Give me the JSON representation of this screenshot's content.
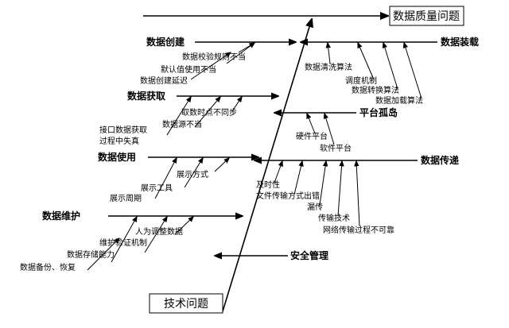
{
  "effect": "数据质量问题",
  "root": "技术问题",
  "categories": {
    "create": {
      "label": "数据创建",
      "causes": [
        "数据校验规则不当",
        "默认值使用不当",
        "数据创建延迟"
      ]
    },
    "load": {
      "label": "数据装载",
      "causes": [
        "数据清洗算法",
        "调度机制",
        "数据转换算法",
        "数据加载算法"
      ]
    },
    "acquire": {
      "label": "数据获取",
      "causes": [
        "取数时点不同步",
        "数据源不当",
        "接口数据获取",
        "过程中失真"
      ]
    },
    "platform": {
      "label": "平台孤岛",
      "causes": [
        "硬件平台",
        "软件平台"
      ]
    },
    "use": {
      "label": "数据使用",
      "causes": [
        "展示方式",
        "展示工具",
        "展示周期"
      ]
    },
    "transfer": {
      "label": "数据传递",
      "causes": [
        "及时性",
        "文件传输方式出错",
        "漏传",
        "传输技术",
        "网络传输过程不可靠"
      ]
    },
    "maintain": {
      "label": "数据维护",
      "causes": [
        "人为调整数据",
        "维护验证机制",
        "数据存储能力",
        "数据备份、恢复"
      ]
    },
    "security": {
      "label": "安全管理",
      "causes": []
    }
  }
}
